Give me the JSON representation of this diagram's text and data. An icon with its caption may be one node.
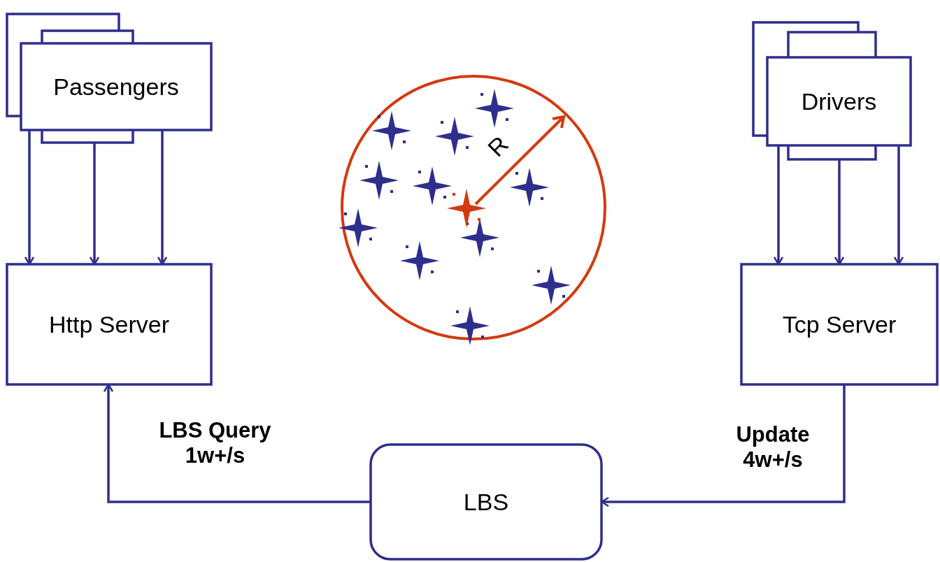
{
  "diagram": {
    "nodes": [
      {
        "text": [
          "Passengers"
        ]
      },
      {
        "text": [
          "Drivers"
        ]
      },
      {
        "text": [
          "Http Server"
        ]
      },
      {
        "text": [
          "Tcp Server"
        ]
      },
      {
        "text": [
          "LBS"
        ]
      }
    ],
    "edges": [
      {
        "from": 0,
        "to": 2,
        "arrow": "to"
      },
      {
        "from": 0,
        "to": 2,
        "arrow": "to"
      },
      {
        "from": 0,
        "to": 2,
        "arrow": "to"
      },
      {
        "from": 1,
        "to": 3,
        "arrow": "to"
      },
      {
        "from": 1,
        "to": 3,
        "arrow": "to"
      },
      {
        "from": 1,
        "to": 3,
        "arrow": "to"
      },
      {
        "from": 3,
        "to": 4,
        "label": "Update 4w+/s",
        "arrow": "to"
      },
      {
        "from": 4,
        "to": 2,
        "label": "LBS Query 1w+/s",
        "arrow": "to"
      }
    ],
    "labels": [
      "R"
    ]
  }
}
